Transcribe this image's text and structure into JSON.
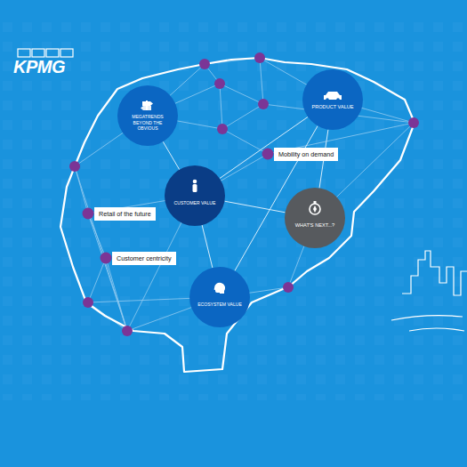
{
  "diagram": {
    "nodes": [
      {
        "text": [
          "MEGATRENDS BEYOND THE OBVIOUS"
        ]
      },
      {
        "text": [
          "PRODUCT VALUE"
        ]
      },
      {
        "text": [
          "Mobility on demand"
        ]
      },
      {
        "text": [
          "CUSTOMER VALUE"
        ]
      },
      {
        "text": [
          "Retail of the future"
        ]
      },
      {
        "text": [
          "WHAT'S NEXT...?"
        ]
      },
      {
        "text": [
          "Customer centricity"
        ]
      },
      {
        "text": [
          "ECOSYSTEM VALUE"
        ]
      }
    ],
    "edges": [
      {
        "from": 0,
        "to": 3,
        "arrow": "none"
      },
      {
        "from": 1,
        "to": 3,
        "arrow": "none"
      },
      {
        "from": 1,
        "to": 7,
        "arrow": "none"
      },
      {
        "from": 3,
        "to": 5,
        "arrow": "none"
      },
      {
        "from": 3,
        "to": 7,
        "arrow": "none"
      },
      {
        "from": 1,
        "to": 5,
        "arrow": "none"
      }
    ],
    "labels": [
      "KPMG"
    ]
  }
}
